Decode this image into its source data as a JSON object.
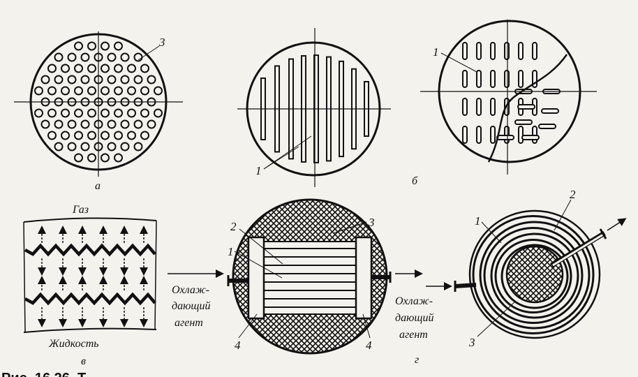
{
  "panels": {
    "a": {
      "letter": "а",
      "callouts": [
        "3"
      ]
    },
    "b": {
      "letter": "б",
      "callouts": [
        "1"
      ]
    },
    "b2": {
      "callouts": [
        "1"
      ]
    },
    "v": {
      "letter": "в",
      "top_label": "Газ",
      "bottom_label": "Жидкость"
    },
    "cooler": {
      "callouts": [
        "2",
        "3",
        "1",
        "4",
        "4"
      ],
      "coolant_label": [
        "Охлаж-",
        "дающий",
        "агент"
      ]
    },
    "g": {
      "letter": "г",
      "callouts": [
        "1",
        "2",
        "3"
      ],
      "coolant_label": [
        "Охлаж-",
        "дающий",
        "агент"
      ]
    }
  },
  "caption_fragment": "Рис. 16.26. Т"
}
